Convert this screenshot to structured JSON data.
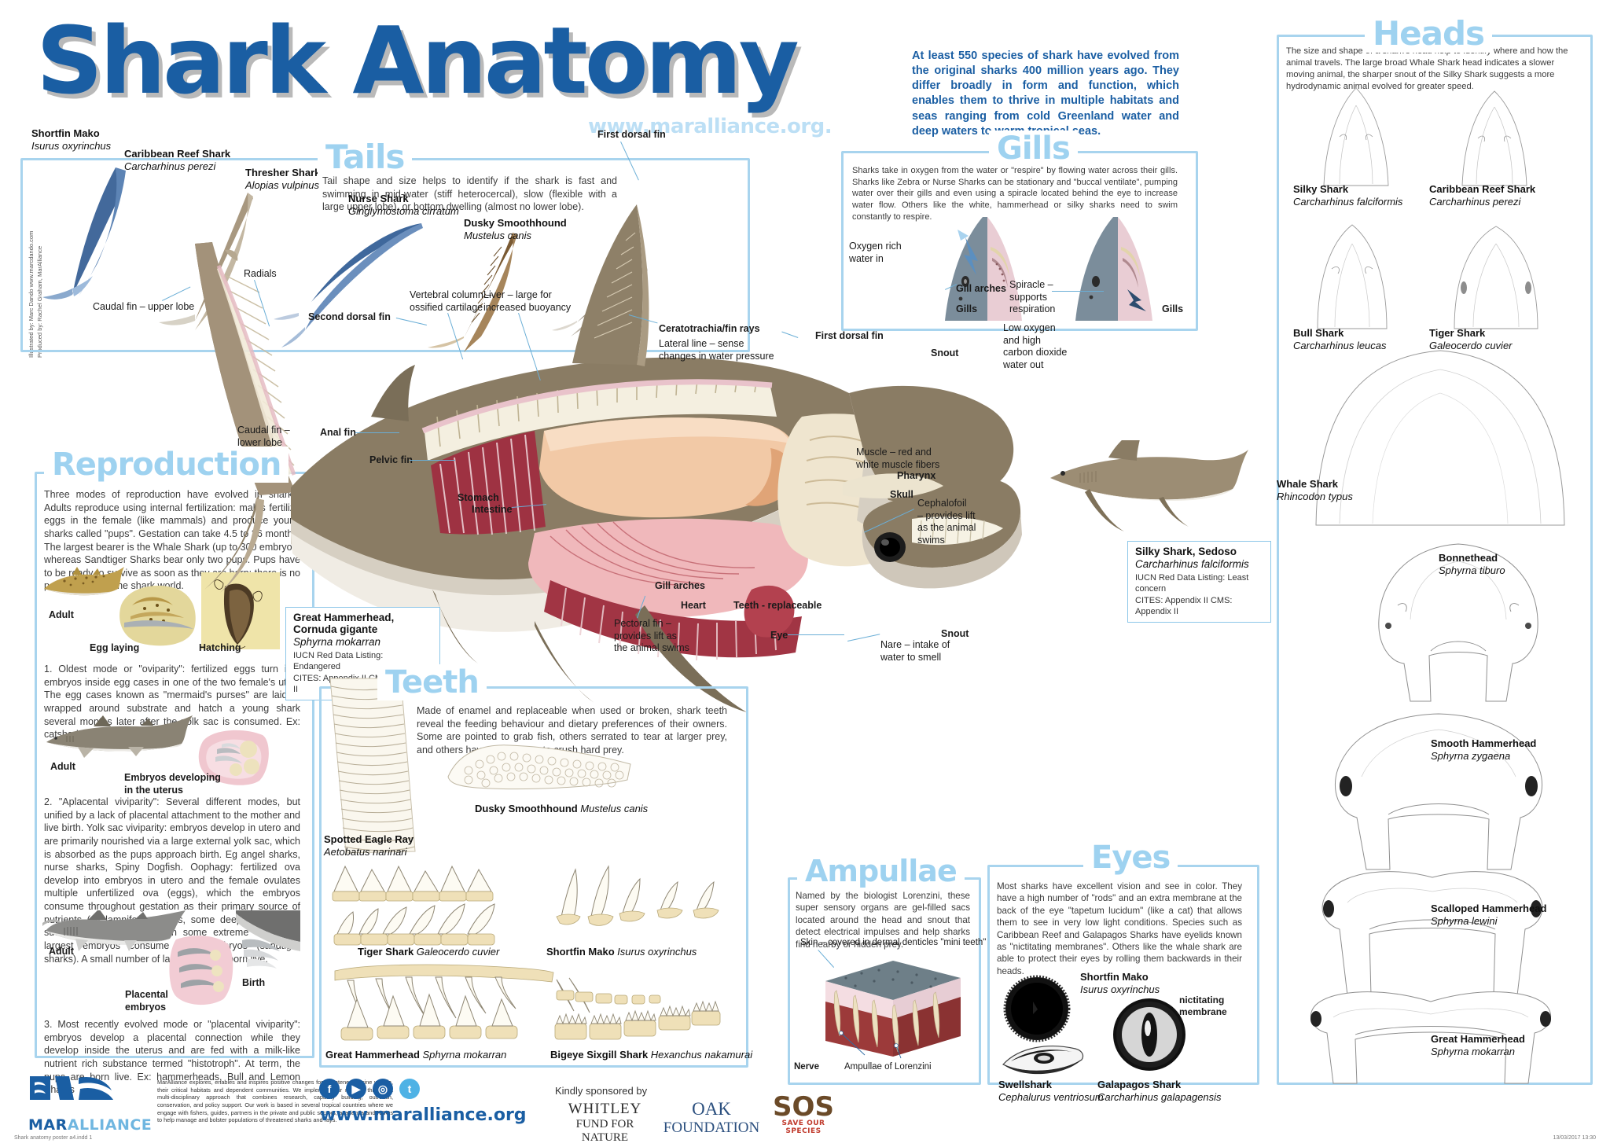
{
  "poster": {
    "title": "Shark Anatomy",
    "watermark_url": "www.maralliance.org.",
    "intro": "At least 550 species of shark have evolved from the original sharks 400 million years ago. They differ broadly in form and function, which enables them to thrive in multiple habitats and seas ranging from cold Greenland water and deep waters to warm tropical seas.",
    "credit": "Illustrated by: Marc Dando www.marcdando.com\nProduced by: Rachel Graham, MarAlliance",
    "stamp_left": "Shark anatomy poster a4.indd   1",
    "stamp_right": "13/03/2017  13:30"
  },
  "tails": {
    "title": "Tails",
    "description": "Tail shape and size helps to identify if the shark is fast and swimming in mid-water (stiff heterocercal), slow (flexible with a large upper lobe), or bottom dwelling (almost no lower lobe).",
    "species": [
      {
        "name": "Shortfin Mako",
        "latin": "Isurus oxyrinchus"
      },
      {
        "name": "Caribbean Reef Shark",
        "latin": "Carcharhinus perezi"
      },
      {
        "name": "Thresher Shark",
        "latin": "Alopias vulpinus"
      },
      {
        "name": "Nurse Shark",
        "latin": "Ginglymostoma cirratum"
      },
      {
        "name": "Dusky Smoothhound",
        "latin": "Mustelus canis"
      }
    ]
  },
  "gills": {
    "title": "Gills",
    "description": "Sharks take in oxygen from the water or \"respire\" by flowing water across their gills. Sharks like Zebra or Nurse Sharks can be stationary and \"buccal ventilate\", pumping water over their gills and even using a spiracle located behind the eye to increase water flow. Others like the white, hammerhead or silky sharks need to swim constantly to respire.",
    "labels": [
      "Oxygen rich\nwater in",
      "Gill arches",
      "Gills",
      "Spiracle –\nsupports\nrespiration",
      "Low oxygen\nand high\ncarbon dioxide\nwater out",
      "Gills"
    ]
  },
  "reproduction": {
    "title": "Reproduction",
    "intro": "Three modes of reproduction have evolved in sharks. Adults reproduce using internal fertilization: males fertilize eggs in the female (like mammals) and produce young sharks called \"pups\". Gestation can take 4.5 to 36 months. The largest bearer is the Whale Shark (up to 300 embryos) whereas Sandtiger Sharks bear only two pups. Pups have to be ready to survive as soon as they are born: there is no parental care in the shark world.",
    "stage_labels_1": [
      "Adult",
      "Egg laying",
      "Hatching"
    ],
    "mode1": "1. Oldest mode or \"oviparity\": fertilized eggs turn into embryos inside egg cases in one of the two female's uteri. The egg cases known as \"mermaid's purses\" are laid or wrapped around substrate and hatch a young shark several months later after the yolk sac is consumed. Ex: catsharks, Zebra Shark.",
    "stage_labels_2": [
      "Adult",
      "Embryos developing\nin the uterus"
    ],
    "mode2": "2. \"Aplacental viviparity\": Several different modes, but unified by a lack of placental attachment to the mother and live birth. Yolk sac viviparity: embryos develop in utero and are primarily nourished via a large external yolk sac, which is absorbed as the pups approach birth. Eg angel sharks, nurse sharks, Spiny Dogfish. Oophagy: fertilized ova develop into embryos in utero and the female ovulates multiple unfertilized ova (eggs), which the embryos consume throughout gestation as their primary source of nutrients (all lamniform sharks, some deepwater sharks such as false catsharks). In some extreme cases the largest embryos consume other embryos (sandtiger sharks). A small number of large pups are born live.",
    "stage_labels_3": [
      "Adult",
      "Placental\nembryos",
      "Birth"
    ],
    "mode3": "3. Most recently evolved mode or \"placental viviparity\": embryos develop a placental connection while they develop inside the uterus and are fed with a milk-like nutrient rich substance termed \"histotroph\". At term, the pups are born live. Ex: hammerheads, Bull and Lemon Sharks"
  },
  "anatomy": {
    "labels": [
      {
        "text": "First dorsal fin"
      },
      {
        "text": "Radials"
      },
      {
        "text": "Caudal fin – upper lobe"
      },
      {
        "text": "Second dorsal fin"
      },
      {
        "text": "Vertebral column –\nossified cartilage"
      },
      {
        "text": "Liver – large for\nincreased buoyancy"
      },
      {
        "text": "Ceratotrachia/fin rays"
      },
      {
        "text": "Lateral line – sense\nchanges in water pressure"
      },
      {
        "text": "First dorsal fin"
      },
      {
        "text": "Snout"
      },
      {
        "text": "Caudal fin –\nlower lobe"
      },
      {
        "text": "Anal fin"
      },
      {
        "text": "Pelvic fin"
      },
      {
        "text": "Stomach"
      },
      {
        "text": "Intestine"
      },
      {
        "text": "Muscle – red and\nwhite muscle fibers"
      },
      {
        "text": "Pharynx"
      },
      {
        "text": "Skull"
      },
      {
        "text": "Cephalofoil\n– provides lift\nas the animal\nswims"
      },
      {
        "text": "Gill arches"
      },
      {
        "text": "Heart"
      },
      {
        "text": "Teeth - replaceable"
      },
      {
        "text": "Pectoral fin –\nprovides lift as\nthe animal swims"
      },
      {
        "text": "Eye"
      },
      {
        "text": "Nare – intake of\nwater to smell"
      },
      {
        "text": "Snout"
      }
    ],
    "callouts": [
      {
        "name": "Great Hammerhead, Cornuda gigante",
        "latin": "Sphyrna mokarran",
        "iucn": "IUCN Red Data Listing: Endangered",
        "cites": "CITES: Appendix II    CMS: Appendix II"
      },
      {
        "name": "Silky Shark, Sedoso",
        "latin": "Carcharhinus falciformis",
        "iucn": "IUCN Red Data Listing: Least concern",
        "cites": "CITES: Appendix II    CMS: Appendix II"
      }
    ]
  },
  "teeth": {
    "title": "Teeth",
    "description": "Made of enamel and replaceable when used or broken, shark teeth reveal the feeding behaviour and dietary preferences of their owners. Some are pointed to grab fish, others serrated to tear at larger prey, and others have bony plates to crush hard prey.",
    "species": [
      {
        "name": "Dusky Smoothhound",
        "latin": "Mustelus canis"
      },
      {
        "name": "Spotted Eagle Ray",
        "latin": "Aetobatus narinari"
      },
      {
        "name": "Tiger Shark",
        "latin": "Galeocerdo cuvier"
      },
      {
        "name": "Shortfin Mako",
        "latin": "Isurus oxyrinchus"
      },
      {
        "name": "Great Hammerhead",
        "latin": "Sphyrna mokarran"
      },
      {
        "name": "Bigeye Sixgill Shark",
        "latin": "Hexanchus nakamurai"
      }
    ]
  },
  "ampullae": {
    "title": "Ampullae",
    "description": "Named by the biologist Lorenzini, these super sensory organs are gel-filled sacs located around the head and snout that detect electrical impulses and help sharks find nearby or hidden prey.",
    "labels": [
      "Skin – covered in dermal denticles \"mini teeth\"",
      "Nerve",
      "Ampullae of Lorenzini"
    ]
  },
  "eyes": {
    "title": "Eyes",
    "description": "Most sharks have excellent vision and see in color. They have a high number of \"rods\" and an extra membrane at the back of the eye \"tapetum lucidum\" (like a cat) that allows them to see in very low light conditions. Species such as Caribbean Reef and Galapagos Sharks have eyelids known as \"nictitating membranes\". Others like the whale shark are able to protect their eyes by rolling them backwards in their heads.",
    "nictitating_label": "nictitating\nmembrane",
    "species": [
      {
        "name": "Shortfin Mako",
        "latin": "Isurus oxyrinchus"
      },
      {
        "name": "Swellshark",
        "latin": "Cephalurus ventriosum"
      },
      {
        "name": "Galapagos Shark",
        "latin": "Carcharhinus galapagensis"
      }
    ]
  },
  "heads": {
    "title": "Heads",
    "description": "The size and shape of a shark's head help to identify where and how the animal travels. The large broad Whale Shark head indicates a slower moving animal, the sharper snout of the Silky Shark suggests a more hydrodynamic animal evolved for greater speed.",
    "species": [
      {
        "name": "Silky Shark",
        "latin": "Carcharhinus falciformis"
      },
      {
        "name": "Caribbean Reef Shark",
        "latin": "Carcharhinus perezi"
      },
      {
        "name": "Bull Shark",
        "latin": "Carcharhinus leucas"
      },
      {
        "name": "Tiger Shark",
        "latin": "Galeocerdo cuvier"
      },
      {
        "name": "Whale Shark",
        "latin": "Rhincodon typus"
      },
      {
        "name": "Bonnethead",
        "latin": "Sphyrna tiburo"
      },
      {
        "name": "Smooth Hammerhead",
        "latin": "Sphyrna zygaena"
      },
      {
        "name": "Scalloped Hammerhead",
        "latin": "Sphyrna lewini"
      },
      {
        "name": "Great Hammerhead",
        "latin": "Sphyrna mokarran"
      }
    ]
  },
  "footer": {
    "org_name_1": "MAR",
    "org_name_2": "ALLIANCE",
    "blurb": "MarAlliance explores, enables and inspires positive changes for threatened marine wildlife, their critical habitats and dependent communities. We implement our mission through a multi-disciplinary approach that combines research, capacity building, outreach, conservation, and policy support. Our work is based in several tropical countries where we engage with fishers, guides, partners in the private and public sectors, academia and NGOs to help manage and bolster populations of threatened sharks and rays.",
    "url": "www.maralliance.org",
    "social": [
      "f",
      "▶",
      "◎",
      "t"
    ],
    "sponsored_label": "Kindly sponsored by",
    "sponsors": [
      {
        "line1": "WHITLEY",
        "line2": "FUND FOR NATURE"
      },
      {
        "line1": "OAK",
        "line2": "FOUNDATION"
      },
      {
        "line1": "SOS",
        "line2": "SAVE OUR SPECIES"
      }
    ]
  },
  "colors": {
    "brand_blue": "#1a5ea3",
    "pale_blue": "#9ed2f0",
    "border_blue": "#a8d4ee",
    "leader_blue": "#6aaed6"
  }
}
